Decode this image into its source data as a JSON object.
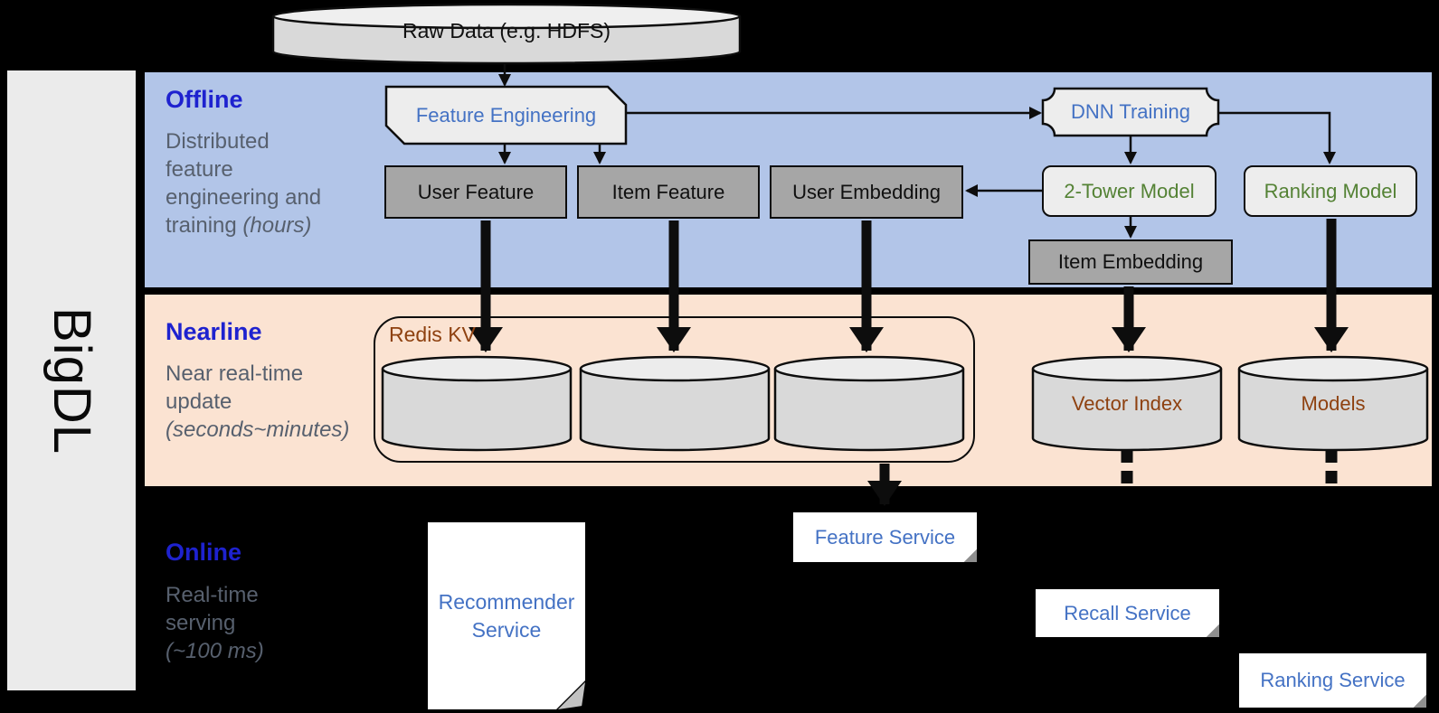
{
  "brand": {
    "name": "BigDL"
  },
  "sections": {
    "offline": {
      "title": "Offline",
      "subtitle_lines": [
        "Distributed",
        "feature",
        "engineering and",
        "training *(hours)*"
      ]
    },
    "nearline": {
      "title": "Nearline",
      "subtitle_lines": [
        "Near real-time",
        "update",
        "*(seconds~minutes)*"
      ]
    },
    "online": {
      "title": "Online",
      "subtitle_lines": [
        "Real-time",
        "serving",
        "*(~100 ms)*"
      ]
    }
  },
  "nodes": {
    "raw_data": "Raw Data (e.g. HDFS)",
    "feature_engineering": "Feature Engineering",
    "dnn_training": "DNN Training",
    "user_feature": "User Feature",
    "item_feature": "Item Feature",
    "user_embedding": "User Embedding",
    "two_tower_model": "2-Tower Model",
    "ranking_model": "Ranking Model",
    "item_embedding": "Item Embedding",
    "redis_kv": "Redis KV",
    "vector_index": "Vector Index",
    "models": "Models",
    "recommender_service": "Recommender Service",
    "feature_service": "Feature Service",
    "recall_service": "Recall Service",
    "ranking_service": "Ranking Service"
  },
  "colors": {
    "offline_band": "#b2c5e8",
    "nearline_band": "#fbe3d2",
    "online_background": "#000000",
    "sidebar_background": "#ebebeb",
    "gray_node_fill": "#a6a6a6",
    "light_node_fill": "#ededed",
    "cylinder_fill": "#d9d9d9",
    "section_title_blue": "#1e22cf",
    "section_subtitle_gray": "#57606e",
    "node_text_blue": "#4472c4",
    "node_text_green": "#548235",
    "node_text_brown": "#8e4110"
  }
}
